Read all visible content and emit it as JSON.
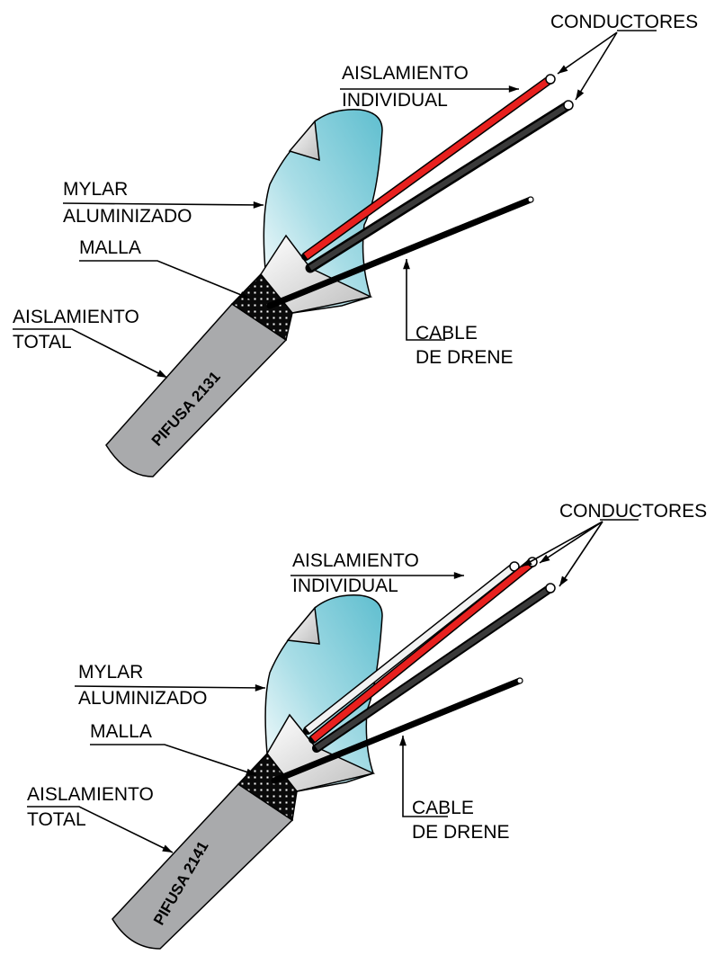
{
  "colors": {
    "mylar": "#5fbecf",
    "red_wire": "#e8201e",
    "black_wire": "#111111",
    "jacket": "#a9aaac",
    "white_wire": "#f2f2f2"
  },
  "diagrams": [
    {
      "id": "pifusa-2131",
      "cable_marking": "PIFUSA 2131",
      "labels": {
        "conductores": "CONDUCTORES",
        "aislamiento_individual_1": "AISLAMIENTO",
        "aislamiento_individual_2": "INDIVIDUAL",
        "mylar_1": "MYLAR",
        "mylar_2": "ALUMINIZADO",
        "malla": "MALLA",
        "aislamiento_total_1": "AISLAMIENTO",
        "aislamiento_total_2": "TOTAL",
        "cable_drene_1": "CABLE",
        "cable_drene_2": "DE DRENE"
      }
    },
    {
      "id": "pifusa-2141",
      "cable_marking": "PIFUSA 2141",
      "labels": {
        "conductores": "CONDUCTORES",
        "aislamiento_individual_1": "AISLAMIENTO",
        "aislamiento_individual_2": "INDIVIDUAL",
        "mylar_1": "MYLAR",
        "mylar_2": "ALUMINIZADO",
        "malla": "MALLA",
        "aislamiento_total_1": "AISLAMIENTO",
        "aislamiento_total_2": "TOTAL",
        "cable_drene_1": "CABLE",
        "cable_drene_2": "DE DRENE"
      }
    }
  ]
}
